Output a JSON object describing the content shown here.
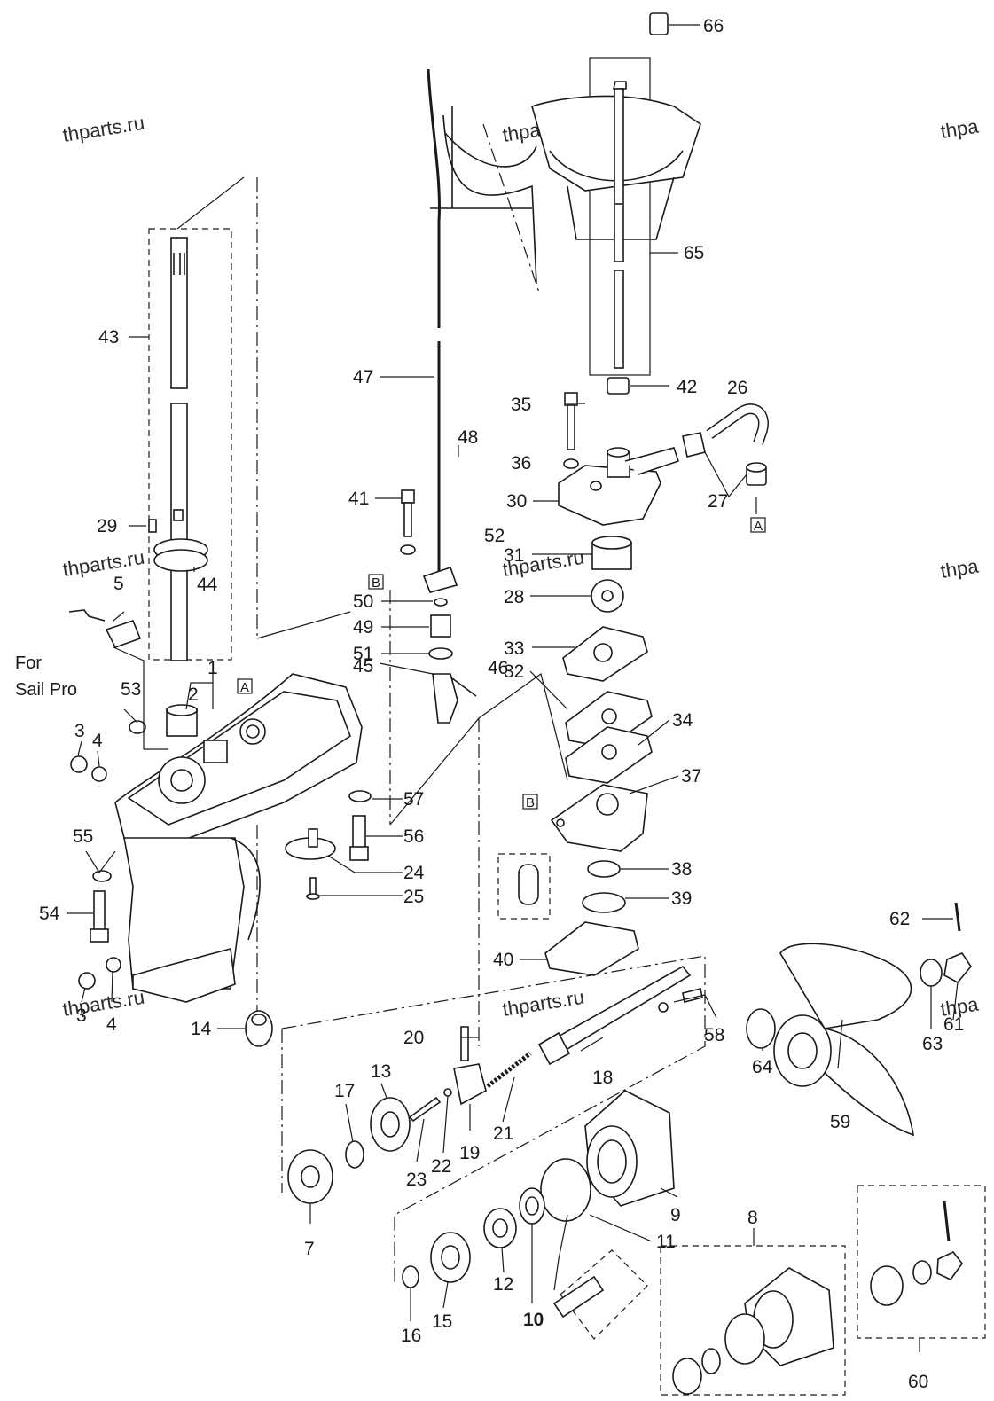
{
  "watermark": "thparts.ru",
  "watermark_partial": "thpa",
  "note": {
    "line1": "For",
    "line2": "Sail Pro"
  },
  "ref_markers": {
    "a": "A",
    "b": "B"
  },
  "callouts": {
    "p1": "1",
    "p2": "2",
    "p3": "3",
    "p4": "4",
    "p5": "5",
    "p7": "7",
    "p8": "8",
    "p9": "9",
    "p10": "10",
    "p11": "11",
    "p12": "12",
    "p13": "13",
    "p14": "14",
    "p15": "15",
    "p16": "16",
    "p17": "17",
    "p18": "18",
    "p19": "19",
    "p20": "20",
    "p21": "21",
    "p22": "22",
    "p23": "23",
    "p24": "24",
    "p25": "25",
    "p26": "26",
    "p27": "27",
    "p28": "28",
    "p29": "29",
    "p30": "30",
    "p31": "31",
    "p32": "32",
    "p33": "33",
    "p34": "34",
    "p35": "35",
    "p36": "36",
    "p37": "37",
    "p38": "38",
    "p39": "39",
    "p40": "40",
    "p41": "41",
    "p42": "42",
    "p43": "43",
    "p44": "44",
    "p45": "45",
    "p46": "46",
    "p47": "47",
    "p48": "48",
    "p49": "49",
    "p50": "50",
    "p51": "51",
    "p52": "52",
    "p53": "53",
    "p54": "54",
    "p55": "55",
    "p56": "56",
    "p57": "57",
    "p58": "58",
    "p59": "59",
    "p60": "60",
    "p61": "61",
    "p62": "62",
    "p63": "63",
    "p64": "64",
    "p65": "65",
    "p66": "66"
  }
}
